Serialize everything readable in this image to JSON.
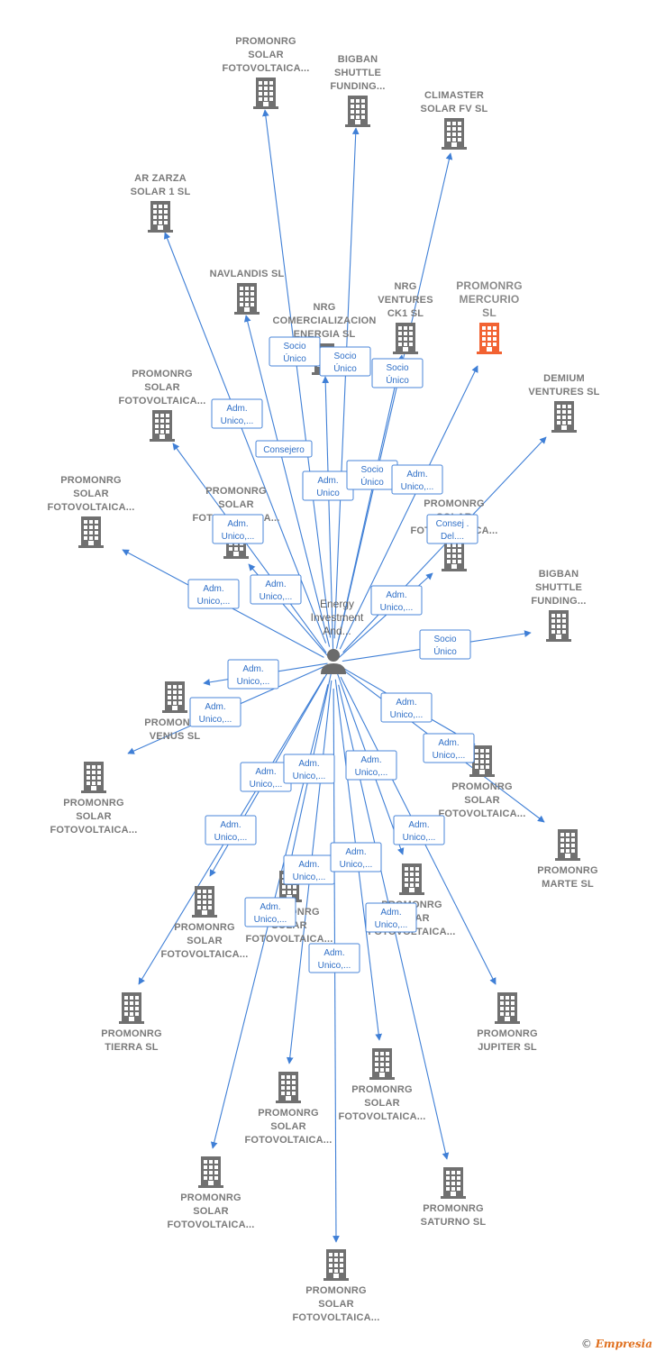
{
  "center": {
    "label_lines": [
      "Energy",
      "Investment",
      "And..."
    ],
    "icon": "person-icon"
  },
  "colors": {
    "node": "#707070",
    "highlight": "#f26232",
    "edge": "#3f7fd6"
  },
  "nodes": [
    {
      "id": "n1",
      "lines": [
        "PROMONRG",
        "SOLAR",
        "FOTOVOLTAICA..."
      ]
    },
    {
      "id": "n2",
      "lines": [
        "BIGBAN",
        "SHUTTLE",
        "FUNDING..."
      ]
    },
    {
      "id": "n3",
      "lines": [
        "CLIMASTER",
        "SOLAR FV SL"
      ]
    },
    {
      "id": "n4",
      "lines": [
        "AR ZARZA",
        "SOLAR 1 SL"
      ]
    },
    {
      "id": "n5",
      "lines": [
        "NAVLANDIS  SL"
      ]
    },
    {
      "id": "n6",
      "lines": [
        "NRG",
        "COMERCIALIZACION",
        "ENERGIA  SL"
      ]
    },
    {
      "id": "n7",
      "lines": [
        "NRG",
        "VENTURES",
        "CK1  SL"
      ]
    },
    {
      "id": "n8",
      "lines": [
        "PROMONRG",
        "MERCURIO",
        "SL"
      ],
      "highlight": true
    },
    {
      "id": "n9",
      "lines": [
        "DEMIUM",
        "VENTURES  SL"
      ]
    },
    {
      "id": "n10",
      "lines": [
        "PROMONRG",
        "SOLAR",
        "FOTOVOLTAICA..."
      ]
    },
    {
      "id": "n11",
      "lines": [
        "PROMONRG",
        "SOLAR",
        "FOTOVOLTAICA..."
      ]
    },
    {
      "id": "n12",
      "lines": [
        "PROMONRG",
        "SOLAR",
        "FOTOVOLTAICA..."
      ]
    },
    {
      "id": "n13",
      "lines": [
        "PROMONRG",
        "SOLAR",
        "FOTOVOLTAICA..."
      ]
    },
    {
      "id": "n14",
      "lines": [
        "BIGBAN",
        "SHUTTLE",
        "FUNDING..."
      ]
    },
    {
      "id": "n15",
      "lines": [
        "PROMONRG",
        "VENUS  SL"
      ]
    },
    {
      "id": "n16",
      "lines": [
        "PROMONRG",
        "SOLAR",
        "FOTOVOLTAICA..."
      ]
    },
    {
      "id": "n17",
      "lines": [
        "PROMONRG",
        "SOLAR",
        "FOTOVOLTAICA..."
      ]
    },
    {
      "id": "n18",
      "lines": [
        "PROMONRG",
        "MARTE  SL"
      ]
    },
    {
      "id": "n19",
      "lines": [
        "PROMONRG",
        "SOLAR",
        "FOTOVOLTAICA..."
      ]
    },
    {
      "id": "n20",
      "lines": [
        "PROMONRG",
        "SOLAR",
        "FOTOVOLTAICA..."
      ]
    },
    {
      "id": "n21",
      "lines": [
        "PROMONRG",
        "SOLAR",
        "FOTOVOLTAICA..."
      ]
    },
    {
      "id": "n22",
      "lines": [
        "PROMONRG",
        "TIERRA  SL"
      ]
    },
    {
      "id": "n23",
      "lines": [
        "PROMONRG",
        "JUPITER  SL"
      ]
    },
    {
      "id": "n24",
      "lines": [
        "PROMONRG",
        "SOLAR",
        "FOTOVOLTAICA..."
      ]
    },
    {
      "id": "n25",
      "lines": [
        "PROMONRG",
        "SOLAR",
        "FOTOVOLTAICA..."
      ]
    },
    {
      "id": "n26",
      "lines": [
        "PROMONRG",
        "SOLAR",
        "FOTOVOLTAICA..."
      ]
    },
    {
      "id": "n27",
      "lines": [
        "PROMONRG",
        "SATURNO  SL"
      ]
    },
    {
      "id": "n28",
      "lines": [
        "PROMONRG",
        "SOLAR",
        "FOTOVOLTAICA..."
      ]
    }
  ],
  "relations": [
    {
      "id": "r1",
      "lines": [
        "Socio",
        "Único"
      ]
    },
    {
      "id": "r2",
      "lines": [
        "Socio",
        "Único"
      ]
    },
    {
      "id": "r3",
      "lines": [
        "Socio",
        "Único"
      ]
    },
    {
      "id": "r4",
      "lines": [
        "Adm.",
        "Unico,..."
      ]
    },
    {
      "id": "r5",
      "lines": [
        "Consejero"
      ]
    },
    {
      "id": "r6",
      "lines": [
        "Adm.",
        "Unico"
      ]
    },
    {
      "id": "r7",
      "lines": [
        "Socio",
        "Único"
      ]
    },
    {
      "id": "r8",
      "lines": [
        "Adm.",
        "Unico,..."
      ]
    },
    {
      "id": "r9",
      "lines": [
        "Adm.",
        "Unico,..."
      ]
    },
    {
      "id": "r10",
      "lines": [
        "Consej .",
        "Del...."
      ]
    },
    {
      "id": "r11",
      "lines": [
        "Adm.",
        "Unico,..."
      ]
    },
    {
      "id": "r12",
      "lines": [
        "Adm.",
        "Unico,..."
      ]
    },
    {
      "id": "r13",
      "lines": [
        "Adm.",
        "Unico,..."
      ]
    },
    {
      "id": "r14",
      "lines": [
        "Socio",
        "Único"
      ]
    },
    {
      "id": "r15",
      "lines": [
        "Adm.",
        "Unico,..."
      ]
    },
    {
      "id": "r16",
      "lines": [
        "Adm.",
        "Unico,..."
      ]
    },
    {
      "id": "r17",
      "lines": [
        "Adm.",
        "Unico,..."
      ]
    },
    {
      "id": "r18",
      "lines": [
        "Adm.",
        "Unico,..."
      ]
    },
    {
      "id": "r19",
      "lines": [
        "Adm.",
        "Unico,..."
      ]
    },
    {
      "id": "r20",
      "lines": [
        "Adm.",
        "Unico,..."
      ]
    },
    {
      "id": "r21",
      "lines": [
        "Adm.",
        "Unico,..."
      ]
    },
    {
      "id": "r22",
      "lines": [
        "Adm.",
        "Unico,..."
      ]
    },
    {
      "id": "r23",
      "lines": [
        "Adm.",
        "Unico,..."
      ]
    },
    {
      "id": "r24",
      "lines": [
        "Adm.",
        "Unico,..."
      ]
    },
    {
      "id": "r25",
      "lines": [
        "Adm.",
        "Unico,..."
      ]
    },
    {
      "id": "r26",
      "lines": [
        "Adm.",
        "Unico,..."
      ]
    },
    {
      "id": "r27",
      "lines": [
        "Adm.",
        "Unico,..."
      ]
    },
    {
      "id": "r28",
      "lines": [
        "Adm.",
        "Unico,..."
      ]
    }
  ],
  "footer": {
    "copyright": "©",
    "brand": "Empresia"
  }
}
